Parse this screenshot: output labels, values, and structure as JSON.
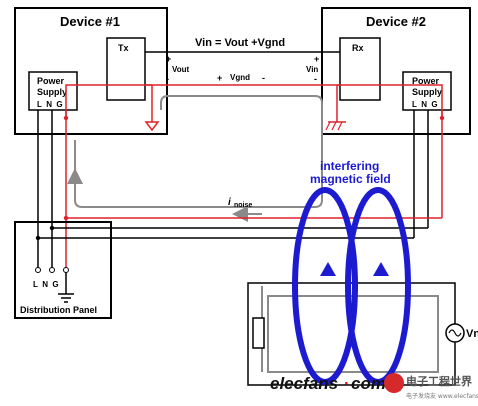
{
  "device1": {
    "title": "Device #1",
    "tx": "Tx",
    "power_supply": [
      "Power",
      "Supply"
    ],
    "pins": "L  N  G"
  },
  "device2": {
    "title": "Device #2",
    "rx": "Rx",
    "power_supply": [
      "Power",
      "Supply"
    ],
    "pins": "L  N  G"
  },
  "equation": "Vin = Vout +Vgnd",
  "signals": {
    "plus1": "+",
    "vout": "Vout",
    "minus1": "-",
    "plus2": "+",
    "vin": "Vin",
    "minus2": "-",
    "vgnd_plus": "+",
    "vgnd": "Vgnd",
    "vgnd_minus": "-"
  },
  "noise": {
    "i": "i",
    "sub": "noise"
  },
  "field": {
    "line1": "interfering",
    "line2": "magnetic field"
  },
  "panel": {
    "pins": "L  N  G",
    "title": "Distribution Panel"
  },
  "source": {
    "label": "Vnoise"
  },
  "watermark": {
    "brand": "elecfans",
    "dot": "·",
    "domain": "com",
    "cn_logo": "电子工程世界",
    "cn_sub": "电子发烧友 www.elecfans.com"
  },
  "colors": {
    "red": "#e0202a",
    "blue": "#1d1bd0",
    "gray": "#8a8a8a",
    "black": "#000000"
  }
}
